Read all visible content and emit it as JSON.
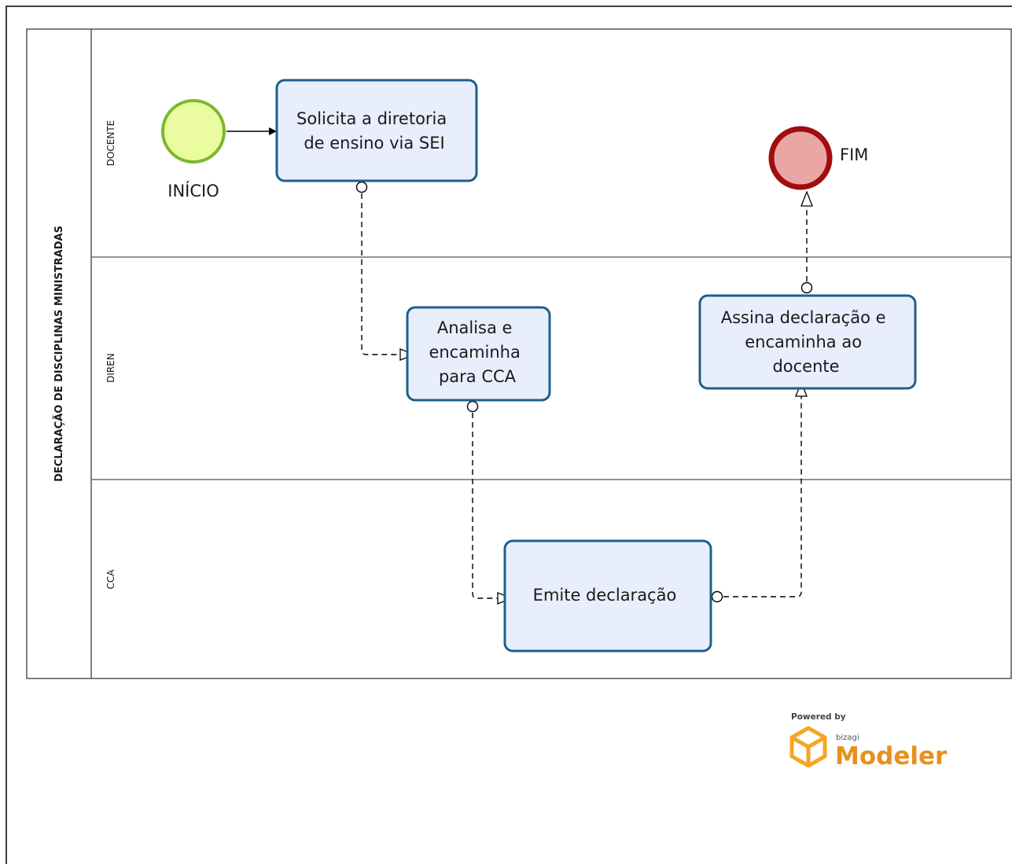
{
  "pool": {
    "title": "DECLARAÇÃO DE DISCIPLINAS MINISTRADAS"
  },
  "lanes": [
    {
      "id": "docente",
      "label": "DOCENTE"
    },
    {
      "id": "diren",
      "label": "DIREN"
    },
    {
      "id": "cca",
      "label": "CCA"
    }
  ],
  "events": {
    "start": {
      "label": "INÍCIO",
      "color": "#7db72f",
      "fill": "#eafc9f"
    },
    "end": {
      "label": "FIM",
      "color": "#a10d0d",
      "fill": "#eaa5a5"
    }
  },
  "tasks": {
    "solicita": {
      "lines": [
        "Solicita a diretoria",
        "de ensino via SEI"
      ]
    },
    "analisa": {
      "lines": [
        "Analisa e",
        "encaminha",
        "para CCA"
      ]
    },
    "assina": {
      "lines": [
        "Assina  declaração e",
        "encaminha ao",
        "docente"
      ]
    },
    "emite": {
      "lines": [
        "Emite declaração"
      ]
    }
  },
  "branding": {
    "powered_by": "Powered by",
    "vendor": "bizagi",
    "product": "Modeler",
    "accent": "#f5a623",
    "product_color": "#e8901c"
  },
  "colors": {
    "task_border": "#1f5f8b",
    "task_fill": "#e8eefb",
    "lane_line": "#555555"
  }
}
